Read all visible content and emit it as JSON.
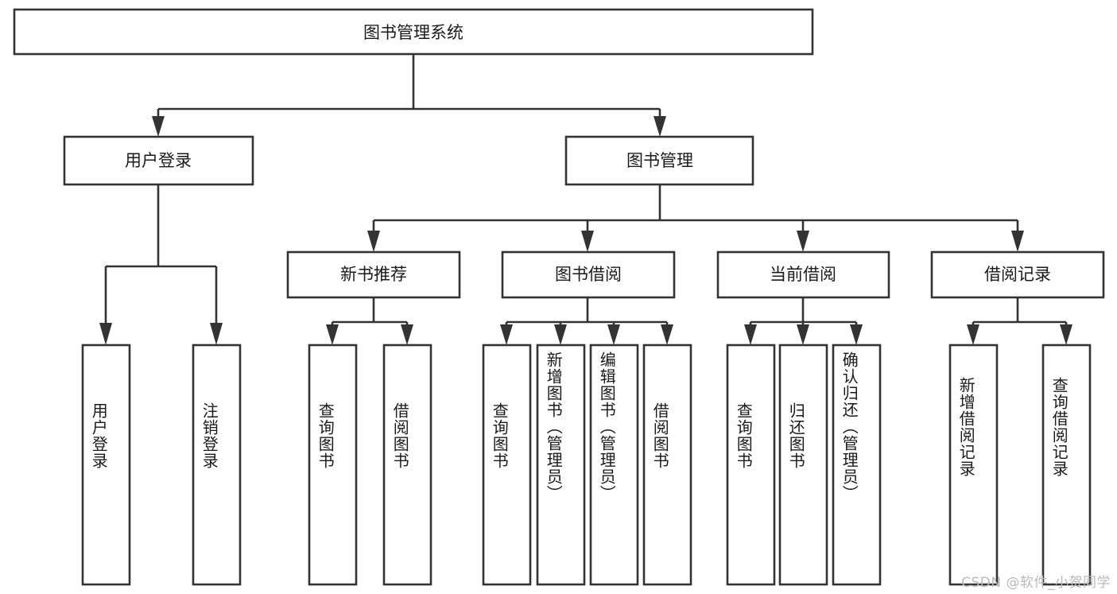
{
  "diagram": {
    "title": "图书管理系统",
    "type": "tree",
    "watermark": "CSDN @软件_小贺同学",
    "colors": {
      "stroke": "#333333",
      "fill": "#ffffff",
      "text": "#1a1a1a",
      "watermark": "#b9b9b9",
      "background": "#ffffff"
    },
    "nodes": {
      "root": {
        "label": "图书管理系统"
      },
      "level2": [
        {
          "id": "user-login",
          "label": "用户登录"
        },
        {
          "id": "book-management",
          "label": "图书管理"
        }
      ],
      "level3": [
        {
          "id": "new-book-recommend",
          "label": "新书推荐"
        },
        {
          "id": "book-borrow",
          "label": "图书借阅"
        },
        {
          "id": "current-borrow",
          "label": "当前借阅"
        },
        {
          "id": "borrow-record",
          "label": "借阅记录"
        }
      ],
      "leaves": {
        "user_login": [
          {
            "id": "leaf-user-login",
            "label": "用户登录"
          },
          {
            "id": "leaf-logout-login",
            "label": "注销登录"
          }
        ],
        "new_book_recommend": [
          {
            "id": "leaf-query-book-1",
            "label": "查询图书"
          },
          {
            "id": "leaf-borrow-book-1",
            "label": "借阅图书"
          }
        ],
        "book_borrow": [
          {
            "id": "leaf-query-book-2",
            "label": "查询图书"
          },
          {
            "id": "leaf-add-book",
            "label": "新增图书（管理员）"
          },
          {
            "id": "leaf-edit-book",
            "label": "编辑图书（管理员）"
          },
          {
            "id": "leaf-borrow-book-2",
            "label": "借阅图书"
          }
        ],
        "current_borrow": [
          {
            "id": "leaf-query-book-3",
            "label": "查询图书"
          },
          {
            "id": "leaf-return-book",
            "label": "归还图书"
          },
          {
            "id": "leaf-confirm-return",
            "label": "确认归还（管理员）"
          }
        ],
        "borrow_record": [
          {
            "id": "leaf-add-record",
            "label": "新增借阅记录"
          },
          {
            "id": "leaf-query-record",
            "label": "查询借阅记录"
          }
        ]
      }
    }
  }
}
